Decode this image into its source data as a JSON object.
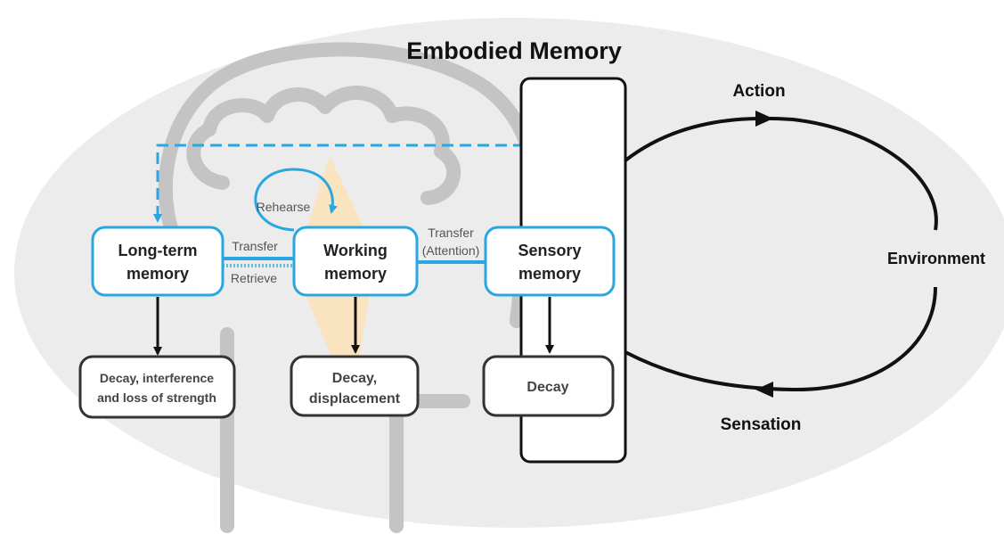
{
  "title": "Embodied Memory",
  "nodes": {
    "long_term": {
      "line1": "Long-term",
      "line2": "memory"
    },
    "working": {
      "line1": "Working",
      "line2": "memory"
    },
    "sensory": {
      "line1": "Sensory",
      "line2": "memory"
    }
  },
  "outcomes": {
    "long_term": {
      "line1": "Decay, interference",
      "line2": "and loss of strength"
    },
    "working": {
      "line1": "Decay,",
      "line2": "displacement"
    },
    "sensory": {
      "line1": "Decay"
    }
  },
  "edges": {
    "rehearse": "Rehearse",
    "transfer_lt": "Transfer",
    "retrieve": "Retrieve",
    "transfer_attention_1": "Transfer",
    "transfer_attention_2": "(Attention)"
  },
  "environment": {
    "action": "Action",
    "environment": "Environment",
    "sensation": "Sensation"
  },
  "colors": {
    "accent_blue": "#2aa6e0",
    "outline_dark": "#333333",
    "ellipse_fill": "#ececec",
    "brain_gray": "#c4c4c4",
    "attention_beam": "#fde3b8"
  }
}
